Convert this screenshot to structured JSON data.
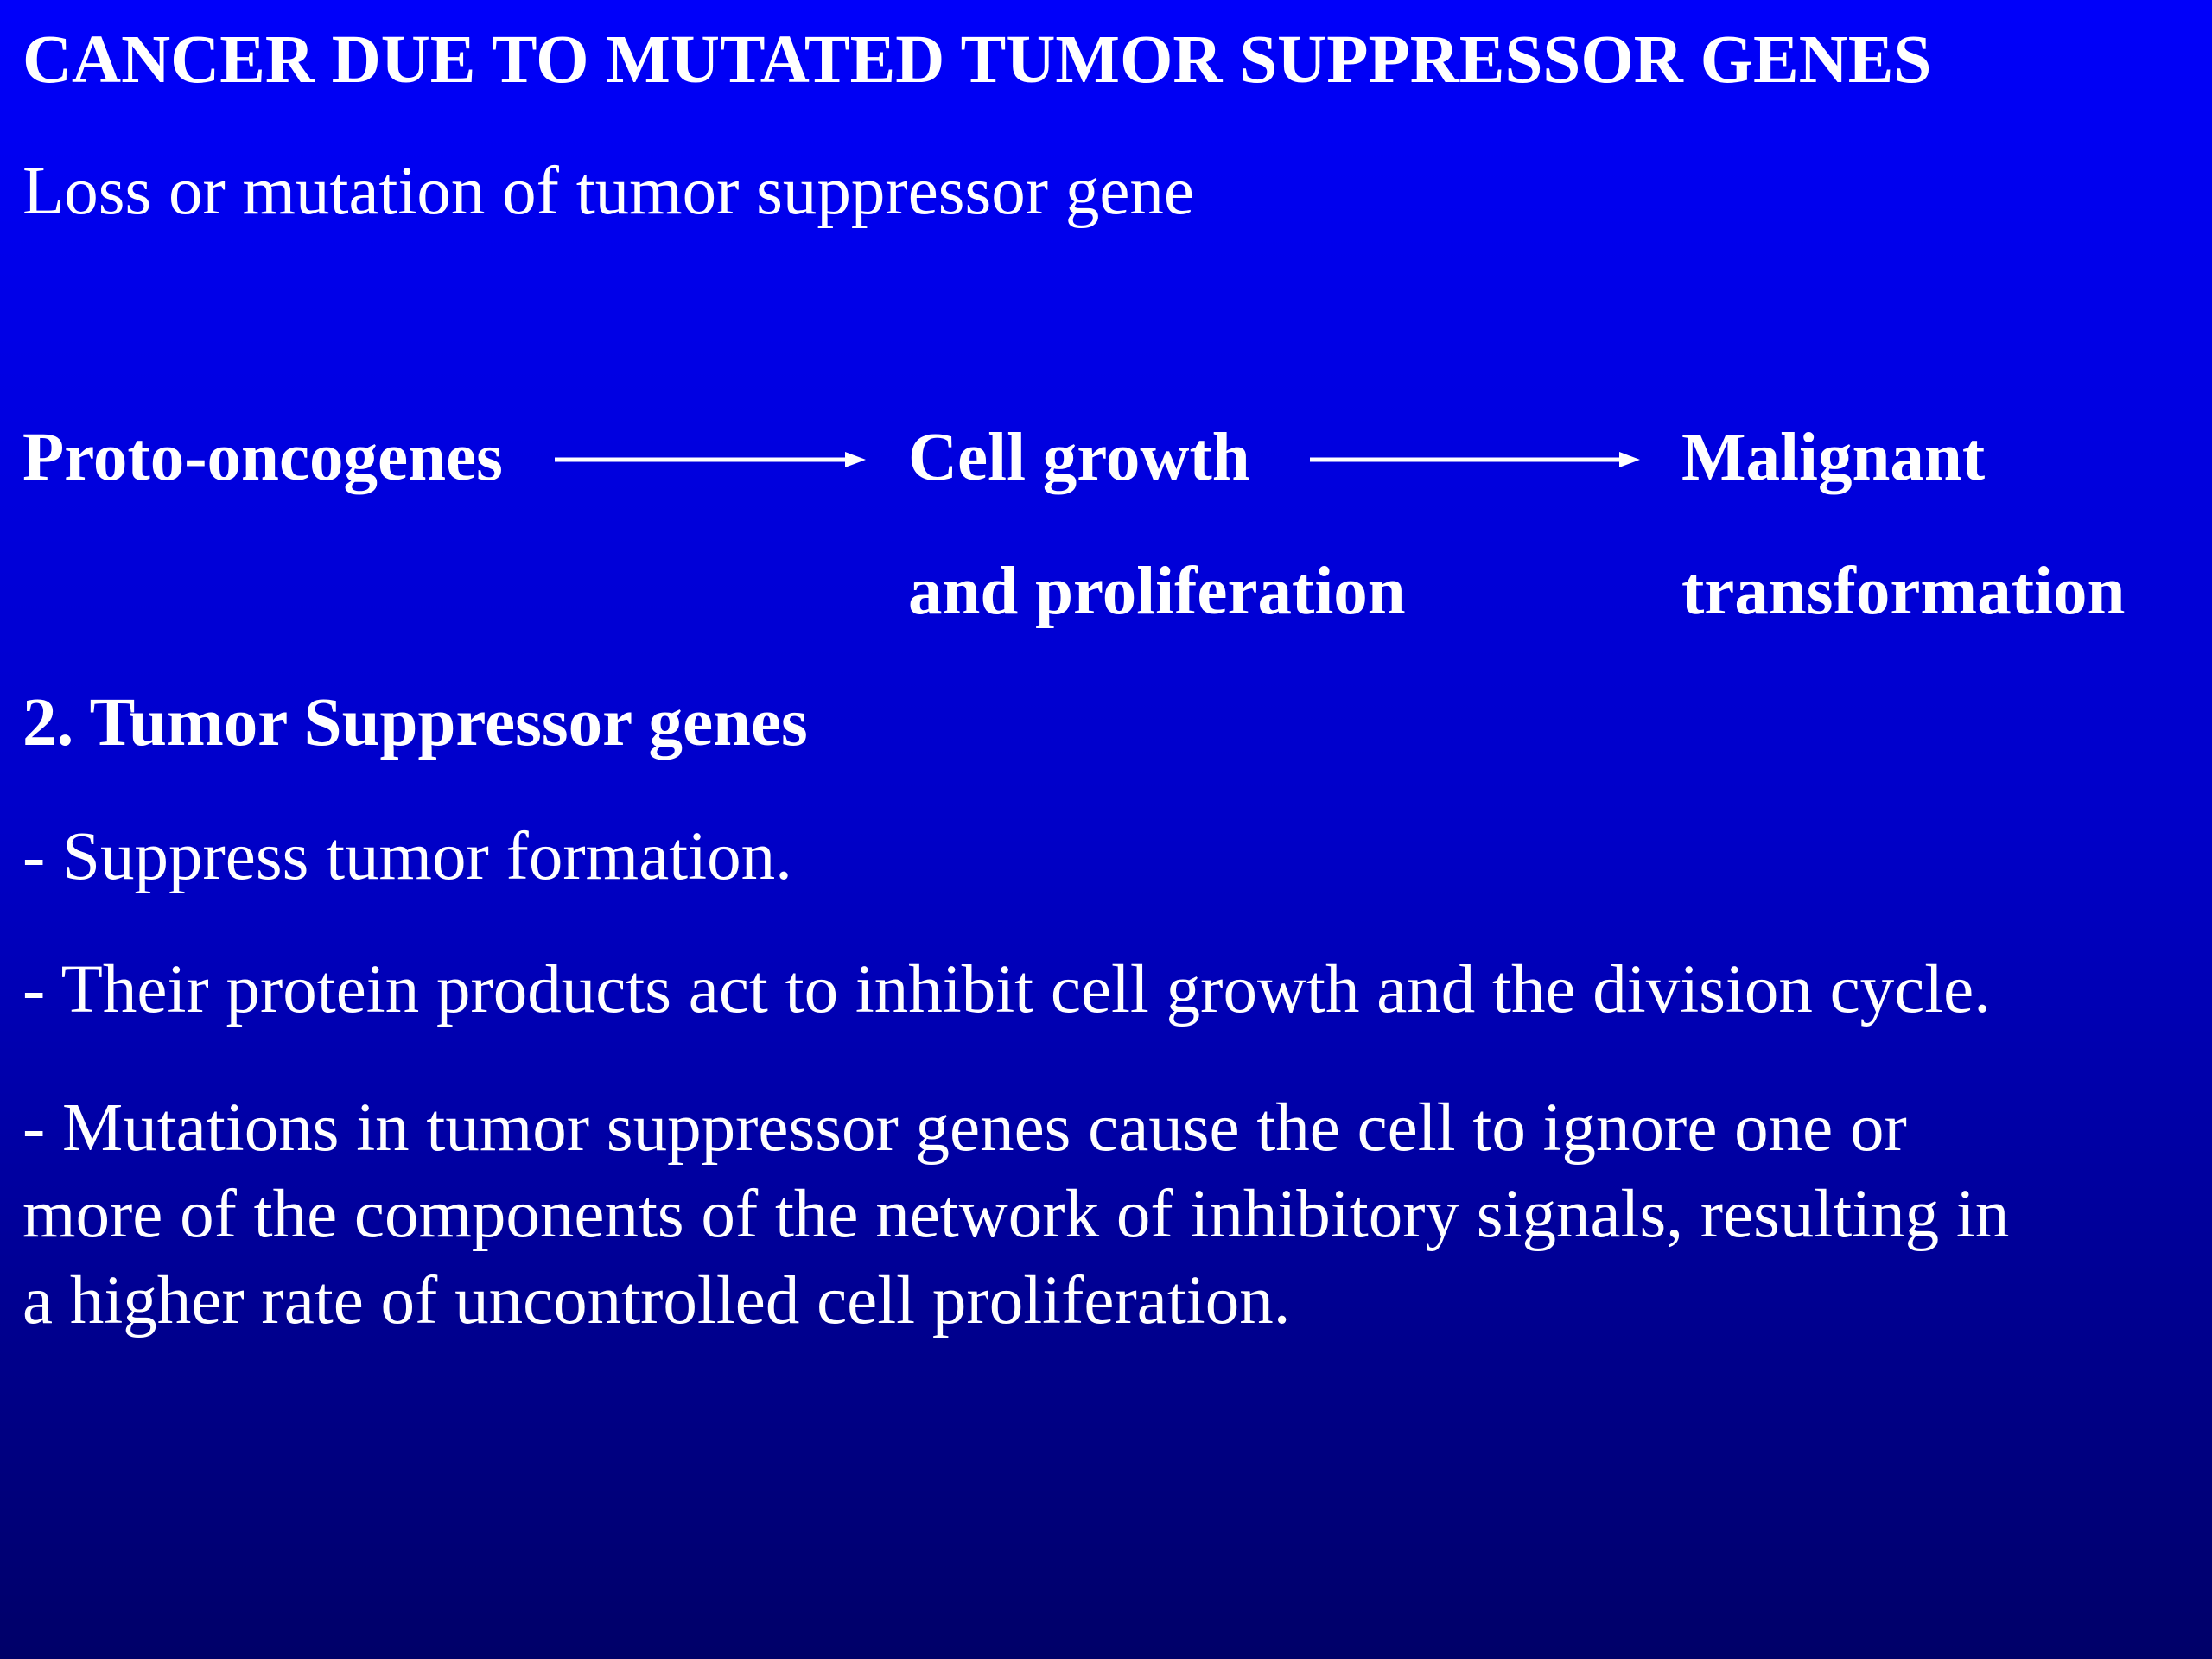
{
  "slide": {
    "title": "CANCER DUE TO MUTATED TUMOR SUPPRESSOR GENES",
    "subtitle": "Loss or mutation of tumor suppressor gene",
    "flow": {
      "node1": "Proto-oncogenes",
      "node2_line1": "Cell growth",
      "node2_line2": "and proliferation",
      "node3_line1": "Malignant",
      "node3_line2": "transformation"
    },
    "section_heading": "2. Tumor Suppressor genes",
    "bullets": [
      "- Suppress tumor formation.",
      "- Their protein products act to inhibit cell growth and the division cycle."
    ],
    "paragraph_lines": [
      "- Mutations in tumor suppressor genes cause the cell to ignore one or",
      "more of the components of the network of inhibitory signals, resulting in",
      "a higher rate of uncontrolled cell proliferation."
    ],
    "colors": {
      "background_top": "#0000fa",
      "background_bottom": "#000068",
      "text": "#ffffff"
    }
  }
}
